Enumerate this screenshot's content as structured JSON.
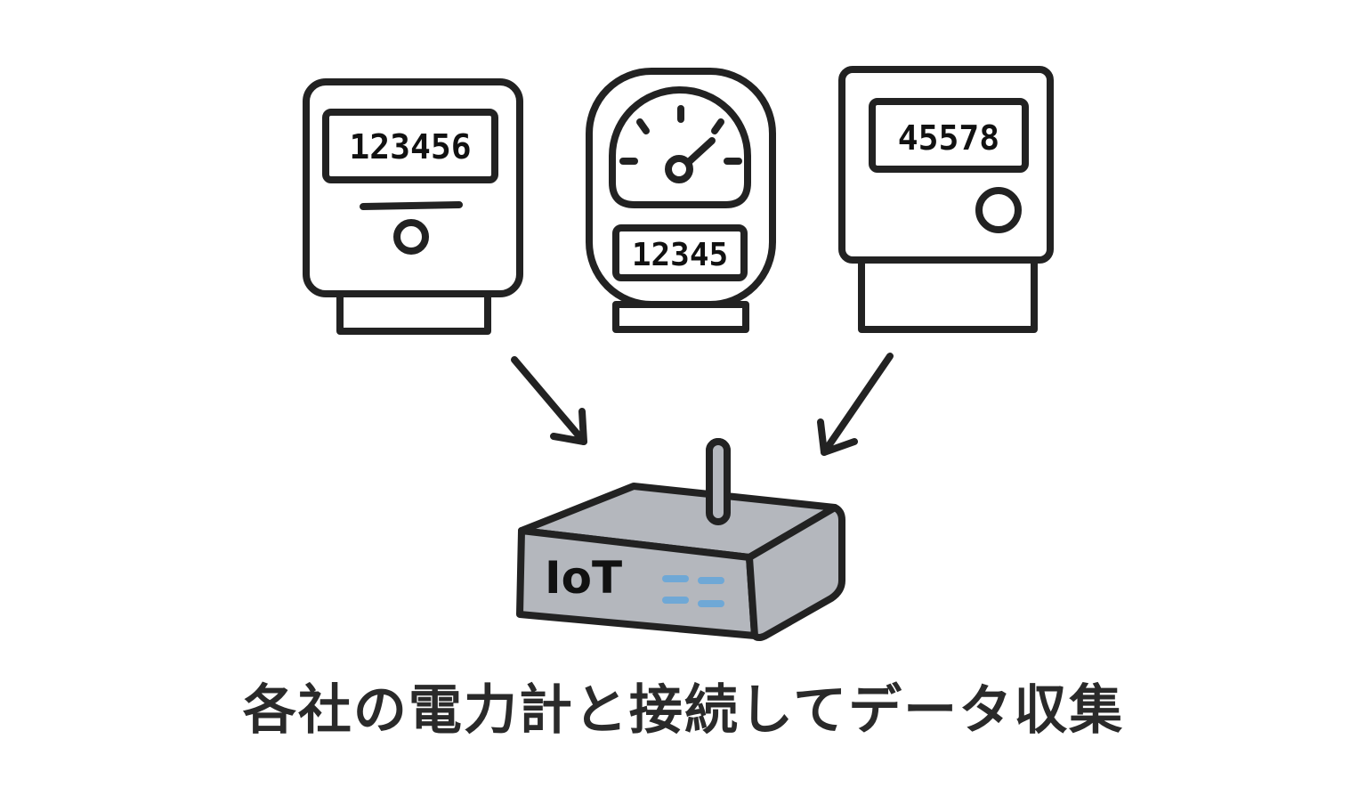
{
  "meters": [
    {
      "kind": "digital-meter",
      "reading": "123456"
    },
    {
      "kind": "dial-meter",
      "reading": "12345"
    },
    {
      "kind": "digital-meter",
      "reading": "45578"
    }
  ],
  "gateway": {
    "label": "IoT",
    "body_color": "#b4b7bd",
    "led_color": "#6fa8d6"
  },
  "caption": "各社の電力計と接続してデータ収集",
  "colors": {
    "outline": "#222222",
    "background": "#ffffff"
  }
}
